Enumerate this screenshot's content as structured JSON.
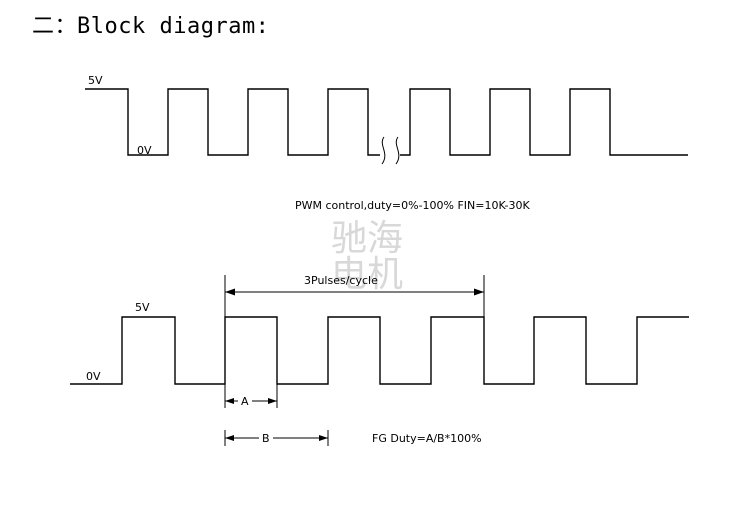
{
  "heading": "二：Block diagram:",
  "pwm": {
    "high_label": "5V",
    "low_label": "0V",
    "caption": "PWM control,duty=0%-100%  FIN=10K-30K"
  },
  "fg": {
    "high_label": "5V",
    "low_label": "0V",
    "cycle_label": "3Pulses/cycle",
    "a_label": "A",
    "b_label": "B",
    "caption": "FG Duty=A/B*100%"
  },
  "watermark": {
    "line1": "驰海",
    "line2": "电机"
  }
}
